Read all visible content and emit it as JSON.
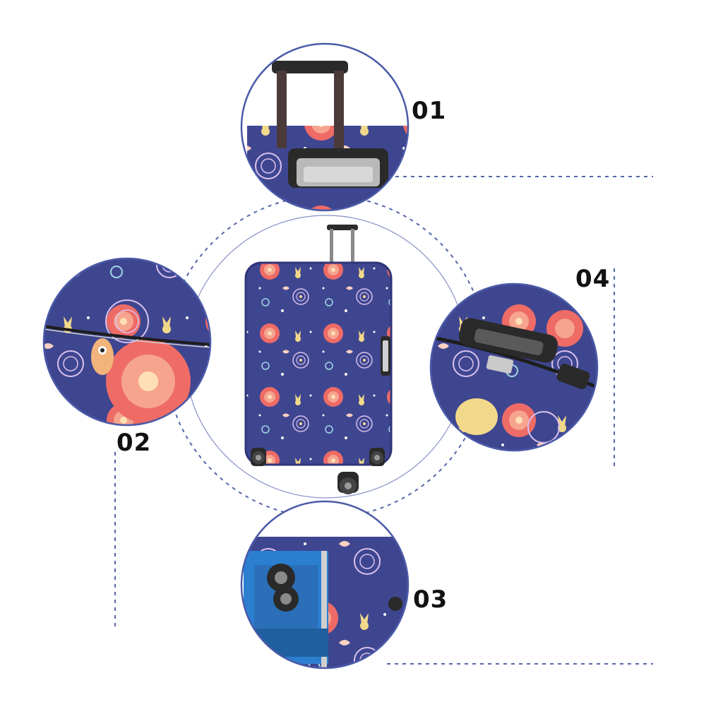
{
  "callouts": {
    "c01": {
      "label": "01"
    },
    "c02": {
      "label": "02"
    },
    "c03": {
      "label": "03"
    },
    "c04": {
      "label": "04"
    }
  },
  "colors": {
    "fabric_navy": "#3f4690",
    "fabric_dark": "#2f3578",
    "flower_coral": "#ee6b66",
    "flower_peach": "#f6a48e",
    "cat_yellow": "#f2d98a",
    "circle_border": "#4a5aa8",
    "dash_line": "#5566aa",
    "suitcase_blue": "#2c7fd0",
    "handle_black": "#2a2a2a",
    "handle_gray": "#a9a9a9"
  },
  "icons": [
    "luggage-cover-pattern",
    "trolley-handle",
    "side-handle",
    "zipper",
    "spinner-wheel",
    "combination-lock"
  ]
}
